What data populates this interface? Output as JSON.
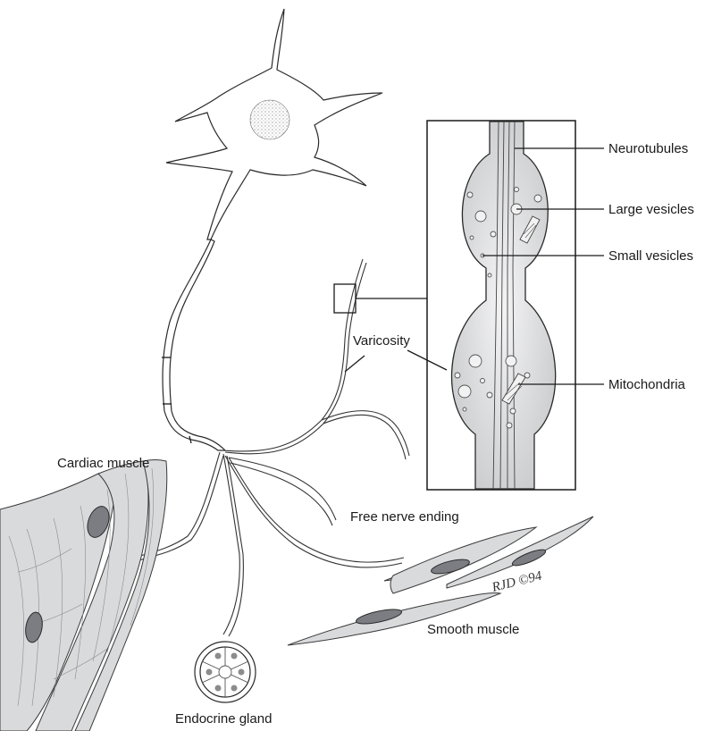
{
  "labels": {
    "neurotubules": "Neurotubules",
    "large_vesicles": "Large vesicles",
    "small_vesicles": "Small vesicles",
    "mitochondria": "Mitochondria",
    "varicosity": "Varicosity",
    "cardiac_muscle": "Cardiac muscle",
    "free_nerve_ending": "Free nerve ending",
    "smooth_muscle": "Smooth muscle",
    "endocrine_gland": "Endocrine gland"
  },
  "signature": "RJD ©94",
  "colors": {
    "line": "#1a1a1a",
    "muscle_fill": "#d9dadc",
    "nucleus": "#7b7d82",
    "varicosity_fill": "#e4e5e7"
  }
}
